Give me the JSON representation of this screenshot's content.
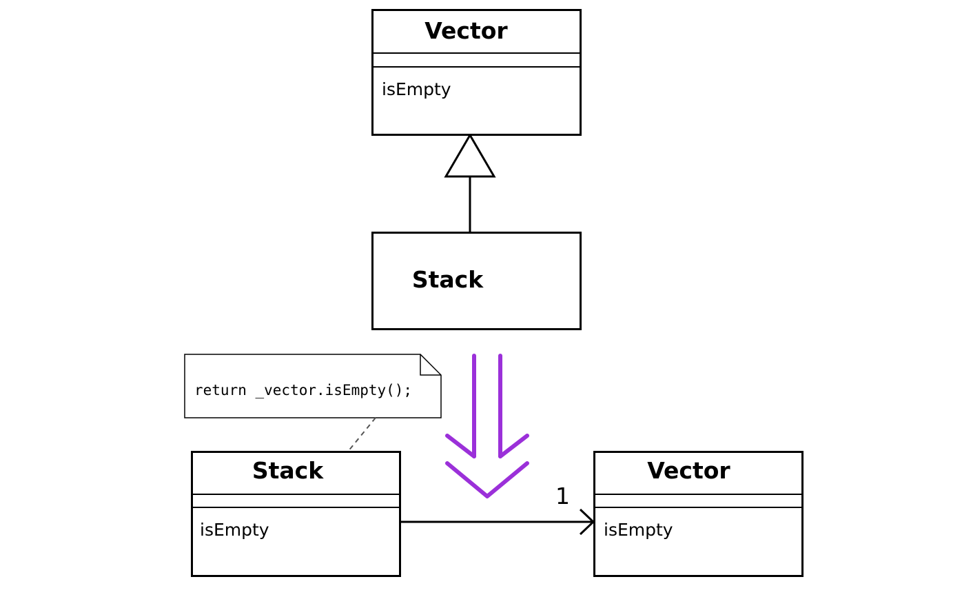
{
  "before": {
    "parent_class": {
      "name": "Vector",
      "methods": [
        "isEmpty"
      ]
    },
    "child_class": {
      "name": "Stack"
    },
    "relation": "generalization"
  },
  "transform_arrow_color": "#9b30d9",
  "after": {
    "delegator_class": {
      "name": "Stack",
      "methods": [
        "isEmpty"
      ]
    },
    "delegate_class": {
      "name": "Vector",
      "methods": [
        "isEmpty"
      ]
    },
    "association_multiplicity": "1",
    "note": {
      "code": "return _vector.isEmpty();"
    }
  }
}
